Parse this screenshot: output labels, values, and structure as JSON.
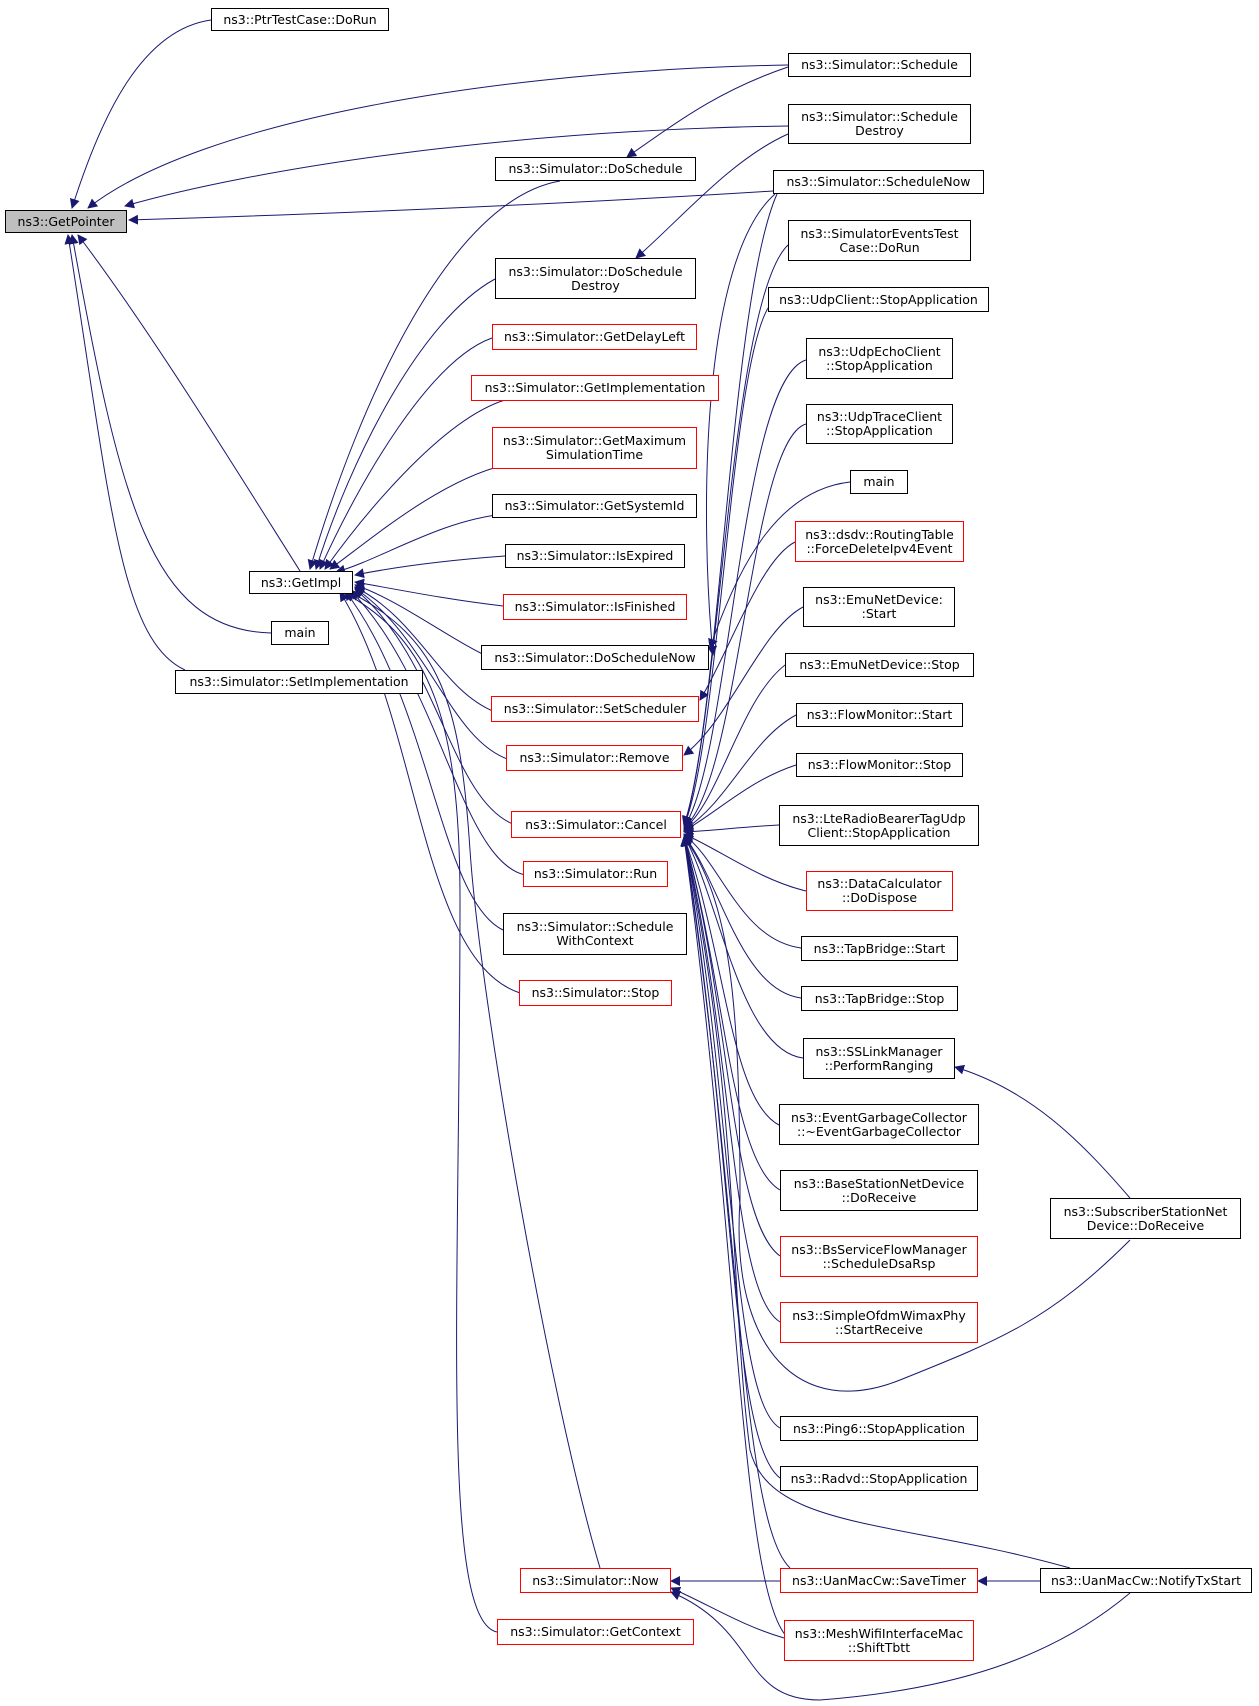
{
  "colors": {
    "edge": "#191970",
    "border_normal": "#000000",
    "border_truncated": "#ff0000",
    "focus_fill": "#bfbfbf"
  },
  "nodes": [
    {
      "id": "getpointer",
      "label": "ns3::GetPointer",
      "style": "focus"
    },
    {
      "id": "ptrtest",
      "label": "ns3::PtrTestCase::DoRun",
      "style": "normal"
    },
    {
      "id": "getimpl",
      "label": "ns3::GetImpl",
      "style": "normal"
    },
    {
      "id": "main1",
      "label": "main",
      "style": "normal"
    },
    {
      "id": "setimpl",
      "label": "ns3::Simulator::SetImplementation",
      "style": "normal"
    },
    {
      "id": "sched",
      "label": "ns3::Simulator::Schedule",
      "style": "normal"
    },
    {
      "id": "scheddestroy",
      "label": "ns3::Simulator::Schedule\nDestroy",
      "style": "normal"
    },
    {
      "id": "schednow",
      "label": "ns3::Simulator::ScheduleNow",
      "style": "normal"
    },
    {
      "id": "doschedule",
      "label": "ns3::Simulator::DoSchedule",
      "style": "normal"
    },
    {
      "id": "doscheddestroy",
      "label": "ns3::Simulator::DoSchedule\nDestroy",
      "style": "normal"
    },
    {
      "id": "getdelayleft",
      "label": "ns3::Simulator::GetDelayLeft",
      "style": "truncated"
    },
    {
      "id": "getimplementation",
      "label": "ns3::Simulator::GetImplementation",
      "style": "truncated"
    },
    {
      "id": "getmaxsim",
      "label": "ns3::Simulator::GetMaximum\nSimulationTime",
      "style": "truncated"
    },
    {
      "id": "getsystemid",
      "label": "ns3::Simulator::GetSystemId",
      "style": "normal"
    },
    {
      "id": "isexpired",
      "label": "ns3::Simulator::IsExpired",
      "style": "normal"
    },
    {
      "id": "isfinished",
      "label": "ns3::Simulator::IsFinished",
      "style": "truncated"
    },
    {
      "id": "doschednow",
      "label": "ns3::Simulator::DoScheduleNow",
      "style": "normal"
    },
    {
      "id": "setscheduler",
      "label": "ns3::Simulator::SetScheduler",
      "style": "truncated"
    },
    {
      "id": "remove",
      "label": "ns3::Simulator::Remove",
      "style": "truncated"
    },
    {
      "id": "cancel",
      "label": "ns3::Simulator::Cancel",
      "style": "truncated"
    },
    {
      "id": "run",
      "label": "ns3::Simulator::Run",
      "style": "truncated"
    },
    {
      "id": "schedctx",
      "label": "ns3::Simulator::Schedule\nWithContext",
      "style": "normal"
    },
    {
      "id": "stop",
      "label": "ns3::Simulator::Stop",
      "style": "truncated"
    },
    {
      "id": "now",
      "label": "ns3::Simulator::Now",
      "style": "truncated"
    },
    {
      "id": "getcontext",
      "label": "ns3::Simulator::GetContext",
      "style": "truncated"
    },
    {
      "id": "simevtest",
      "label": "ns3::SimulatorEventsTest\nCase::DoRun",
      "style": "normal"
    },
    {
      "id": "udpclientstop",
      "label": "ns3::UdpClient::StopApplication",
      "style": "normal"
    },
    {
      "id": "udpecho",
      "label": "ns3::UdpEchoClient\n::StopApplication",
      "style": "normal"
    },
    {
      "id": "udptrace",
      "label": "ns3::UdpTraceClient\n::StopApplication",
      "style": "normal"
    },
    {
      "id": "main2",
      "label": "main",
      "style": "normal"
    },
    {
      "id": "dsdv",
      "label": "ns3::dsdv::RoutingTable\n::ForceDeleteIpv4Event",
      "style": "truncated"
    },
    {
      "id": "emustart",
      "label": "ns3::EmuNetDevice:\n:Start",
      "style": "normal"
    },
    {
      "id": "emustop",
      "label": "ns3::EmuNetDevice::Stop",
      "style": "normal"
    },
    {
      "id": "flowstart",
      "label": "ns3::FlowMonitor::Start",
      "style": "normal"
    },
    {
      "id": "flowstop",
      "label": "ns3::FlowMonitor::Stop",
      "style": "normal"
    },
    {
      "id": "lteradio",
      "label": "ns3::LteRadioBearerTagUdp\nClient::StopApplication",
      "style": "normal"
    },
    {
      "id": "datacalc",
      "label": "ns3::DataCalculator\n::DoDispose",
      "style": "truncated"
    },
    {
      "id": "tapstart",
      "label": "ns3::TapBridge::Start",
      "style": "normal"
    },
    {
      "id": "tapstop",
      "label": "ns3::TapBridge::Stop",
      "style": "normal"
    },
    {
      "id": "sslink",
      "label": "ns3::SSLinkManager\n::PerformRanging",
      "style": "normal"
    },
    {
      "id": "evgc",
      "label": "ns3::EventGarbageCollector\n::~EventGarbageCollector",
      "style": "normal"
    },
    {
      "id": "bsrecv",
      "label": "ns3::BaseStationNetDevice\n::DoReceive",
      "style": "normal"
    },
    {
      "id": "bsflow",
      "label": "ns3::BsServiceFlowManager\n::ScheduleDsaRsp",
      "style": "truncated"
    },
    {
      "id": "ofdm",
      "label": "ns3::SimpleOfdmWimaxPhy\n::StartReceive",
      "style": "truncated"
    },
    {
      "id": "ping6",
      "label": "ns3::Ping6::StopApplication",
      "style": "normal"
    },
    {
      "id": "radvd",
      "label": "ns3::Radvd::StopApplication",
      "style": "normal"
    },
    {
      "id": "uansave",
      "label": "ns3::UanMacCw::SaveTimer",
      "style": "truncated"
    },
    {
      "id": "meshshift",
      "label": "ns3::MeshWifiInterfaceMac\n::ShiftTbtt",
      "style": "truncated"
    },
    {
      "id": "ssrecv",
      "label": "ns3::SubscriberStationNet\nDevice::DoReceive",
      "style": "normal"
    },
    {
      "id": "uannotify",
      "label": "ns3::UanMacCw::NotifyTxStart",
      "style": "normal"
    }
  ]
}
